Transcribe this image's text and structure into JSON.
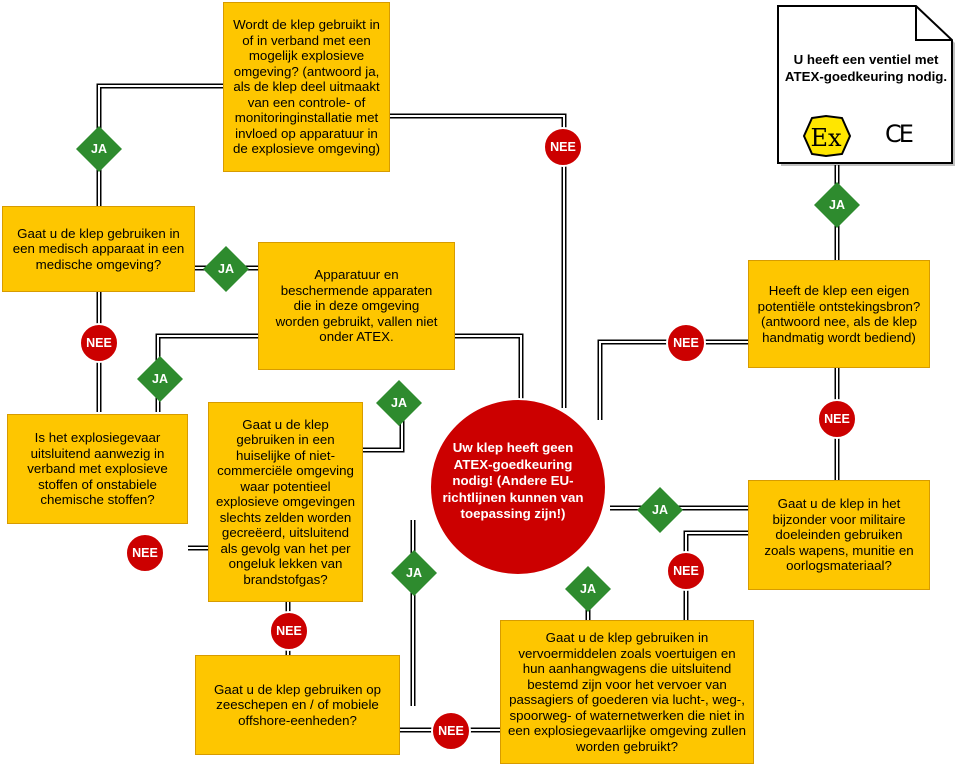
{
  "nodes": {
    "q_explosive": "Wordt de klep gebruikt in of in verband met een mogelijk explosieve omgeving? (antwoord ja, als de klep deel uitmaakt van een controle- of monitoringinstallatie met invloed op apparatuur in de explosieve omgeving)",
    "q_medical": "Gaat u de klep gebruiken in een medisch apparaat in een medische omgeving?",
    "r_equipment": "Apparatuur en beschermende apparaten die in deze omgeving worden gebruikt, vallen niet onder ATEX.",
    "q_substances": "Is het explosiegevaar uitsluitend aanwezig in verband met explosieve stoffen of onstabiele chemische stoffen?",
    "q_domestic": "Gaat u de klep gebruiken in een huiselijke of niet-commerciële omgeving waar potentieel explosieve omgevingen slechts zelden worden gecreëerd, uitsluitend als gevolg van het per ongeluk lekken van brandstofgas?",
    "q_offshore": "Gaat u de klep gebruiken op zeeschepen en / of mobiele offshore-eenheden?",
    "q_vehicles": "Gaat u de klep gebruiken in vervoermiddelen zoals voertuigen en hun aanhangwagens die uitsluitend bestemd zijn voor het vervoer van passagiers of goederen via lucht-, weg-, spoorweg- of waternetwerken die niet in een explosiegevaarlijke omgeving zullen worden gebruikt?",
    "q_military": "Gaat u de klep in het bijzonder voor militaire doeleinden gebruiken zoals wapens, munitie en oorlogsmateriaal?",
    "q_ignition": "Heeft de klep een eigen potentiële ontstekingsbron? (antwoord nee, als de klep handmatig wordt bediend)",
    "hub": "Uw klep heeft geen ATEX-goedkeuring nodig! (Andere EU-richtlijnen kunnen van toepassing zijn!)",
    "result_needed": "U heeft een ventiel met ATEX-goedkeuring nodig."
  },
  "labels": {
    "yes": "JA",
    "no": "NEE"
  },
  "marks": {
    "ex": "Ex",
    "ce": "CE"
  },
  "colors": {
    "box_fill": "#fec600",
    "box_border": "#d79b00",
    "yes_fill": "#2e8b2e",
    "no_fill": "#cc0000",
    "hub_fill": "#cc0000",
    "ex_fill": "#ffe600"
  }
}
